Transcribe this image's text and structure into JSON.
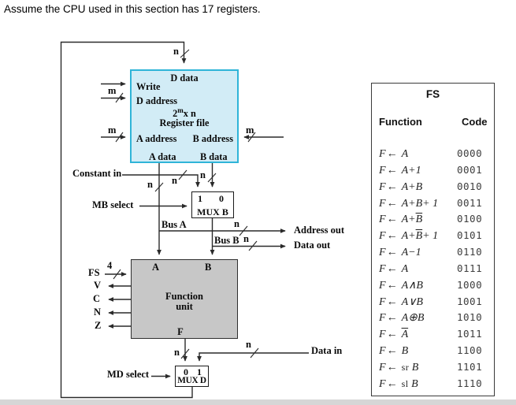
{
  "title": "Assume the CPU used in this section has 17 registers.",
  "colors": {
    "register_file_fill": "#d2ecf6",
    "register_file_border": "#2fb4d8",
    "function_unit_fill": "#c7c7c7",
    "wire": "#2a2a2a",
    "bottom_strip": "#d6d6d6"
  },
  "diagram": {
    "register_file": {
      "d_data": "D data",
      "write": "Write",
      "d_address": "D address",
      "size_base": "2",
      "size_exp": "m",
      "size_rest": "x n",
      "name": "Register file",
      "a_address": "A address",
      "b_address": "B address",
      "a_data": "A data",
      "b_data": "B data"
    },
    "mux_b": {
      "in_left": "1",
      "in_right": "0",
      "name": "MUX B"
    },
    "mux_d": {
      "in_left": "0",
      "in_right": "1",
      "name": "MUX D"
    },
    "function_unit": {
      "in_a": "A",
      "in_b": "B",
      "name_line1": "Function",
      "name_line2": "unit",
      "out": "F"
    },
    "signals": {
      "constant_in": "Constant in",
      "mb_select": "MB select",
      "bus_a": "Bus A",
      "bus_b": "Bus B",
      "address_out": "Address out",
      "data_out": "Data out",
      "fs": "FS",
      "flag_v": "V",
      "flag_c": "C",
      "flag_n": "N",
      "flag_z": "Z",
      "data_in": "Data in",
      "md_select": "MD select"
    },
    "widths": {
      "n": "n",
      "m": "m",
      "fs_bits": "4"
    }
  },
  "fs_table": {
    "title": "FS",
    "col_function": "Function",
    "col_code": "Code",
    "rows": [
      {
        "lhs": "F",
        "arrow": "←",
        "expr": [
          [
            "A",
            "it"
          ]
        ],
        "code": "0000"
      },
      {
        "lhs": "F",
        "arrow": "←",
        "expr": [
          [
            "A",
            "it"
          ],
          [
            "+1",
            "it"
          ]
        ],
        "code": "0001"
      },
      {
        "lhs": "F",
        "arrow": "←",
        "expr": [
          [
            "A",
            "it"
          ],
          [
            "+",
            "it"
          ],
          [
            "B",
            "it"
          ]
        ],
        "code": "0010"
      },
      {
        "lhs": "F",
        "arrow": "←",
        "expr": [
          [
            "A",
            "it"
          ],
          [
            "+",
            "it"
          ],
          [
            "B",
            "it"
          ],
          [
            "+ 1",
            "it"
          ]
        ],
        "code": "0011"
      },
      {
        "lhs": "F",
        "arrow": "←",
        "expr": [
          [
            "A",
            "it"
          ],
          [
            "+",
            "it"
          ],
          [
            "B",
            "bar"
          ]
        ],
        "code": "0100"
      },
      {
        "lhs": "F",
        "arrow": "←",
        "expr": [
          [
            "A",
            "it"
          ],
          [
            "+",
            "it"
          ],
          [
            "B",
            "bar"
          ],
          [
            "+ 1",
            "it"
          ]
        ],
        "code": "0101"
      },
      {
        "lhs": "F",
        "arrow": "←",
        "expr": [
          [
            "A",
            "it"
          ],
          [
            "−1",
            "it"
          ]
        ],
        "code": "0110"
      },
      {
        "lhs": "F",
        "arrow": "←",
        "expr": [
          [
            "A",
            "it"
          ]
        ],
        "code": "0111"
      },
      {
        "lhs": "F",
        "arrow": "←",
        "expr": [
          [
            "A",
            "it"
          ],
          [
            "∧",
            "it"
          ],
          [
            "B",
            "it"
          ]
        ],
        "code": "1000"
      },
      {
        "lhs": "F",
        "arrow": "←",
        "expr": [
          [
            "A",
            "it"
          ],
          [
            "∨",
            "it"
          ],
          [
            "B",
            "it"
          ]
        ],
        "code": "1001"
      },
      {
        "lhs": "F",
        "arrow": "←",
        "expr": [
          [
            "A",
            "it"
          ],
          [
            "⊕",
            "it"
          ],
          [
            "B",
            "it"
          ]
        ],
        "code": "1010"
      },
      {
        "lhs": "F",
        "arrow": "←",
        "expr": [
          [
            "A",
            "bar"
          ]
        ],
        "code": "1011"
      },
      {
        "lhs": "F",
        "arrow": "←",
        "expr": [
          [
            "B",
            "it"
          ]
        ],
        "code": "1100"
      },
      {
        "lhs": "F",
        "arrow": "←",
        "expr": [
          [
            "sr ",
            "up"
          ],
          [
            "B",
            "it"
          ]
        ],
        "code": "1101"
      },
      {
        "lhs": "F",
        "arrow": "←",
        "expr": [
          [
            "sl ",
            "up"
          ],
          [
            "B",
            "it"
          ]
        ],
        "code": "1110"
      }
    ]
  }
}
